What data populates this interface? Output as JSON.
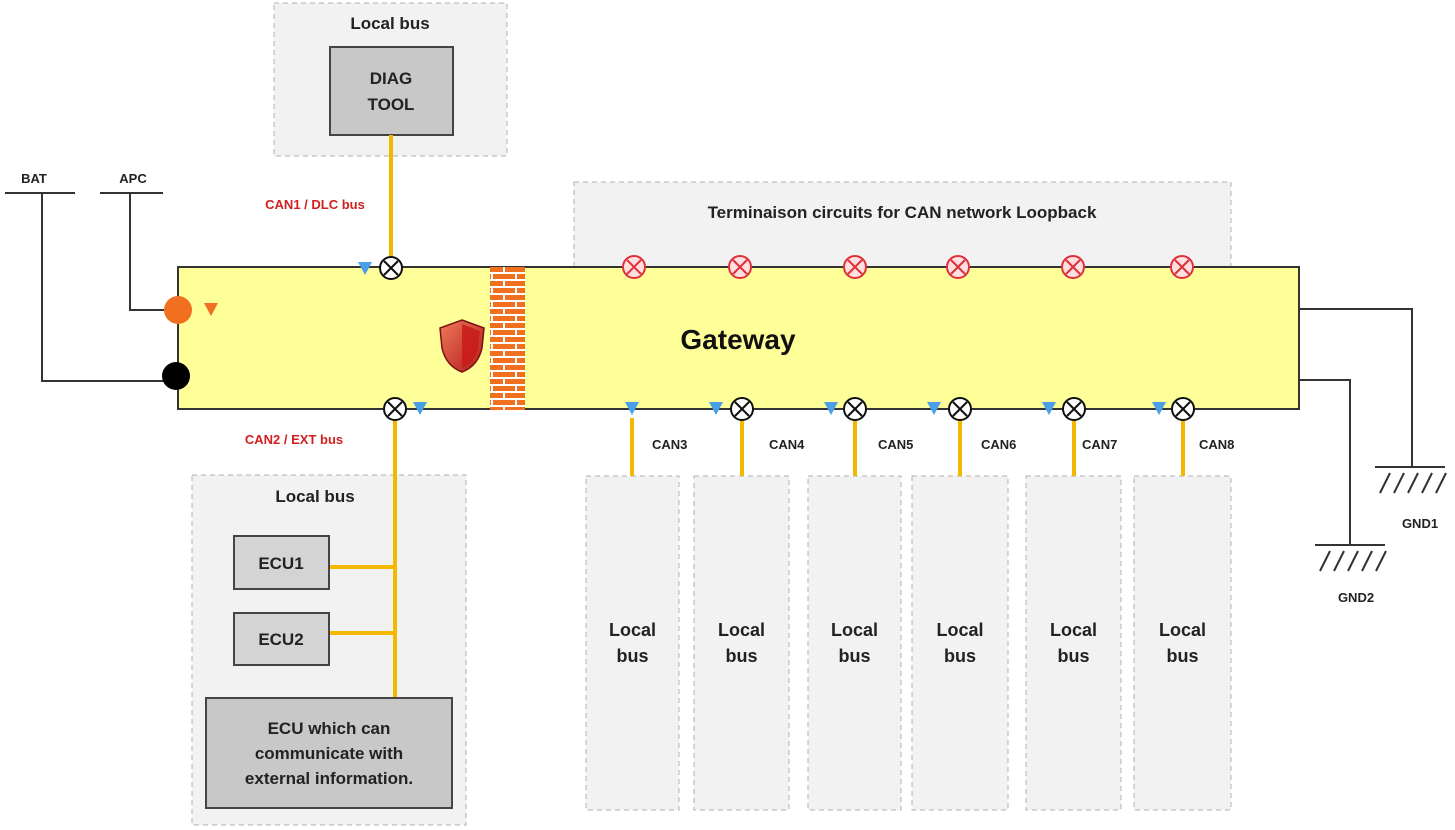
{
  "gateway_label": "Gateway",
  "power": {
    "bat_label": "BAT",
    "apc_label": "APC"
  },
  "ground": {
    "gnd1_label": "GND1",
    "gnd2_label": "GND2"
  },
  "top_local_bus": {
    "title": "Local bus",
    "tool_line1": "DIAG",
    "tool_line2": "TOOL",
    "bus_label": "CAN1 / DLC bus"
  },
  "termination": {
    "title": "Terminaison circuits for CAN network Loopback"
  },
  "ext_local_bus": {
    "title": "Local bus",
    "bus_label": "CAN2 / EXT bus",
    "ecu1": "ECU1",
    "ecu2": "ECU2",
    "ext_ecu_line1": "ECU which can",
    "ext_ecu_line2": "communicate with",
    "ext_ecu_line3": "external information."
  },
  "can_buses": [
    {
      "label": "CAN3",
      "box_line1": "Local",
      "box_line2": "bus"
    },
    {
      "label": "CAN4",
      "box_line1": "Local",
      "box_line2": "bus"
    },
    {
      "label": "CAN5",
      "box_line1": "Local",
      "box_line2": "bus"
    },
    {
      "label": "CAN6",
      "box_line1": "Local",
      "box_line2": "bus"
    },
    {
      "label": "CAN7",
      "box_line1": "Local",
      "box_line2": "bus"
    },
    {
      "label": "CAN8",
      "box_line1": "Local",
      "box_line2": "bus"
    }
  ],
  "colors": {
    "gateway_fill": "#ffff99",
    "bus_line": "#f5b800",
    "label_red": "#d02020",
    "marker_blue": "#4a9fe8",
    "termination_red": "#e0303a",
    "firewall": "#f07020",
    "apc_dot": "#f07020",
    "group_fill": "#f2f2f2",
    "ecu_fill": "#d4d4d4"
  },
  "icons": {
    "firewall": "brick-wall-icon",
    "shield": "shield-icon",
    "termination": "termination-resistor-icon",
    "connector": "can-connector-icon",
    "ground": "ground-symbol-icon"
  }
}
